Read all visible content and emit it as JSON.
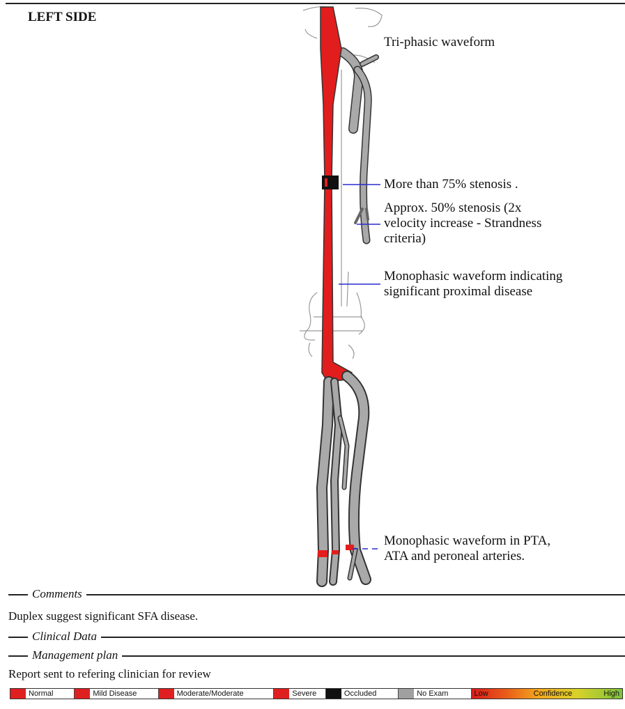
{
  "header": {
    "side_title": "LEFT SIDE"
  },
  "annotations": {
    "triphasic": "Tri-phasic waveform",
    "stenosis75": "More than 75% stenosis .",
    "stenosis50": [
      "Approx. 50% stenosis (2x",
      "velocity increase - Strandness",
      "criteria)"
    ],
    "monophasic_proximal": [
      "Monophasic waveform indicating",
      "significant proximal disease"
    ],
    "monophasic_distal": [
      "Monophasic waveform in PTA,",
      "ATA and peroneal arteries."
    ]
  },
  "sections": {
    "comments": {
      "label": "Comments",
      "text": "Duplex suggest significant SFA disease."
    },
    "clinical": {
      "label": "Clinical Data"
    },
    "management": {
      "label": "Management plan",
      "text": "Report sent to refering clinician for review"
    }
  },
  "legend": [
    {
      "label": "Normal",
      "color": "#e02020"
    },
    {
      "label": "Mild Disease",
      "color": "#e02020"
    },
    {
      "label": "Moderate/Moderate",
      "color": "#e02020"
    },
    {
      "label": "Severe",
      "color": "#e02020"
    },
    {
      "label": "Occluded",
      "color": "#111111"
    },
    {
      "label": "No Exam",
      "color": "#a0a0a0"
    }
  ],
  "confidence": {
    "low": "Low",
    "label": "Confidence",
    "high": "High"
  },
  "colors": {
    "diseased": "#e21d1d",
    "not_assessed": "#a9a9a9",
    "occluded": "#111111",
    "pointer": "#2a2ad0"
  }
}
